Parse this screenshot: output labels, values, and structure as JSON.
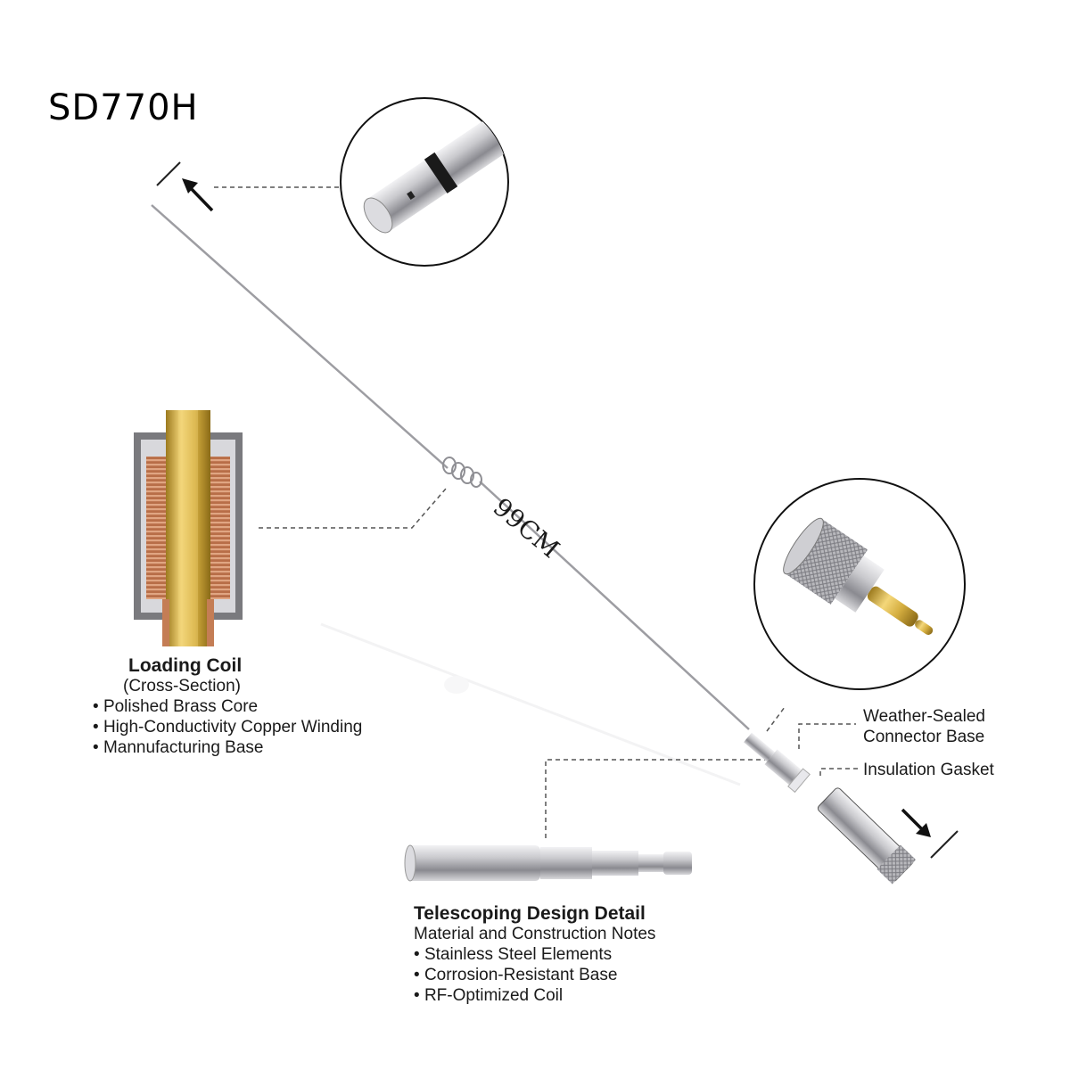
{
  "model": "SD770H",
  "length_label": "99CM",
  "loading_coil": {
    "title": "Loading Coil",
    "subtitle": "(Cross-Section)",
    "bullets": [
      "Polished Brass Core",
      "High-Conductivity Copper Winding",
      "Mannufacturing Base"
    ]
  },
  "connector_callouts": {
    "weather_sealed": [
      "Weather-Sealed",
      "Connector Base"
    ],
    "gasket": "Insulation Gasket"
  },
  "telescoping": {
    "title": "Telescoping Design Detail",
    "subtitle": "Material and Construction Notes",
    "bullets": [
      "Stainless Steel Elements",
      "Corrosion-Resistant Base",
      "RF-Optimized Coil"
    ]
  },
  "colors": {
    "brass": "#d4ad3f",
    "copper": "#c47d55",
    "steel": "#a9a9ad",
    "callout_line": "#555555"
  }
}
